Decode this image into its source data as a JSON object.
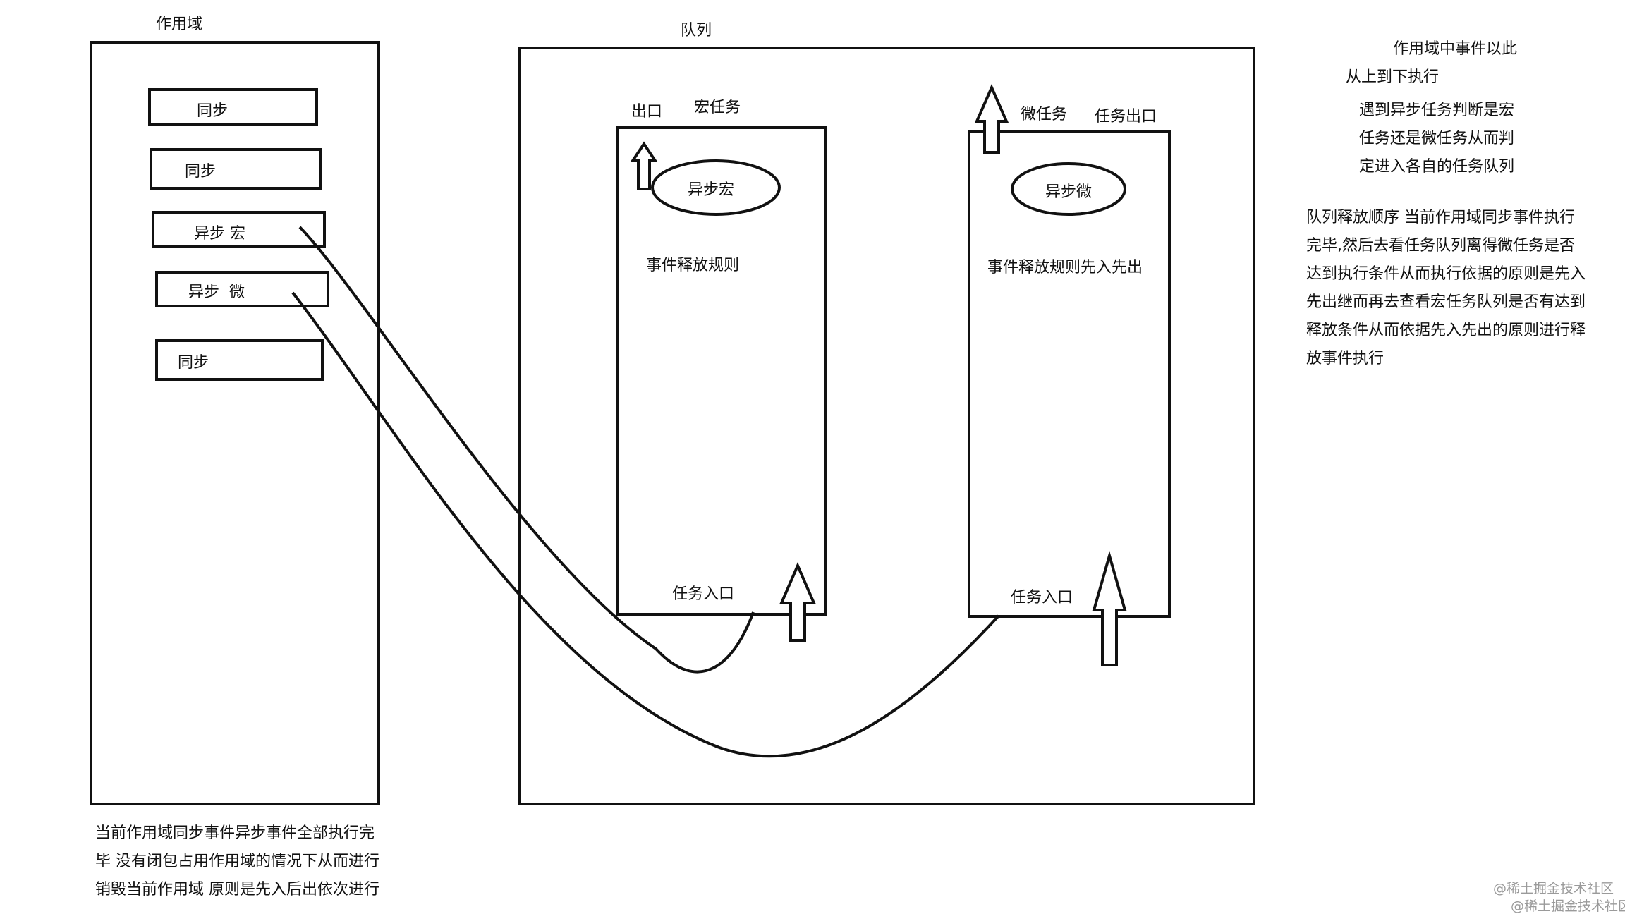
{
  "scope": {
    "title": "作用域",
    "items": [
      {
        "label": "同步"
      },
      {
        "label": "同步"
      },
      {
        "label": "异步 宏"
      },
      {
        "label": "异步  微"
      },
      {
        "label": "同步"
      }
    ],
    "note_lines": [
      "当前作用域同步事件异步事件全部执行完",
      "毕 没有闭包占用作用域的情况下从而进行",
      "销毁当前作用域 原则是先入后出依次进行"
    ]
  },
  "queue": {
    "title": "队列",
    "macro": {
      "exit_label": "出口",
      "title": "宏任务",
      "ellipse_label": "异步宏",
      "rule": "事件释放规则",
      "entry_label": "任务入口"
    },
    "micro": {
      "title": "微任务",
      "exit_label": "任务出口",
      "ellipse_label": "异步微",
      "rule": "事件释放规则先入先出",
      "entry_label": "任务入口"
    }
  },
  "notes": {
    "block1_lines": [
      "作用域中事件以此",
      "从上到下执行"
    ],
    "block2_lines": [
      "遇到异步任务判断是宏",
      "任务还是微任务从而判",
      "定进入各自的任务队列"
    ],
    "block3_lines": [
      "队列释放顺序 当前作用域同步事件执行",
      "完毕,然后去看任务队列离得微任务是否",
      "达到执行条件从而执行依据的原则是先入",
      "先出继而再去查看宏任务队列是否有达到",
      "释放条件从而依据先入先出的原则进行释",
      "放事件执行"
    ]
  },
  "watermarks": [
    "@稀土掘金技术社区",
    "@稀土掘金技术社区"
  ]
}
